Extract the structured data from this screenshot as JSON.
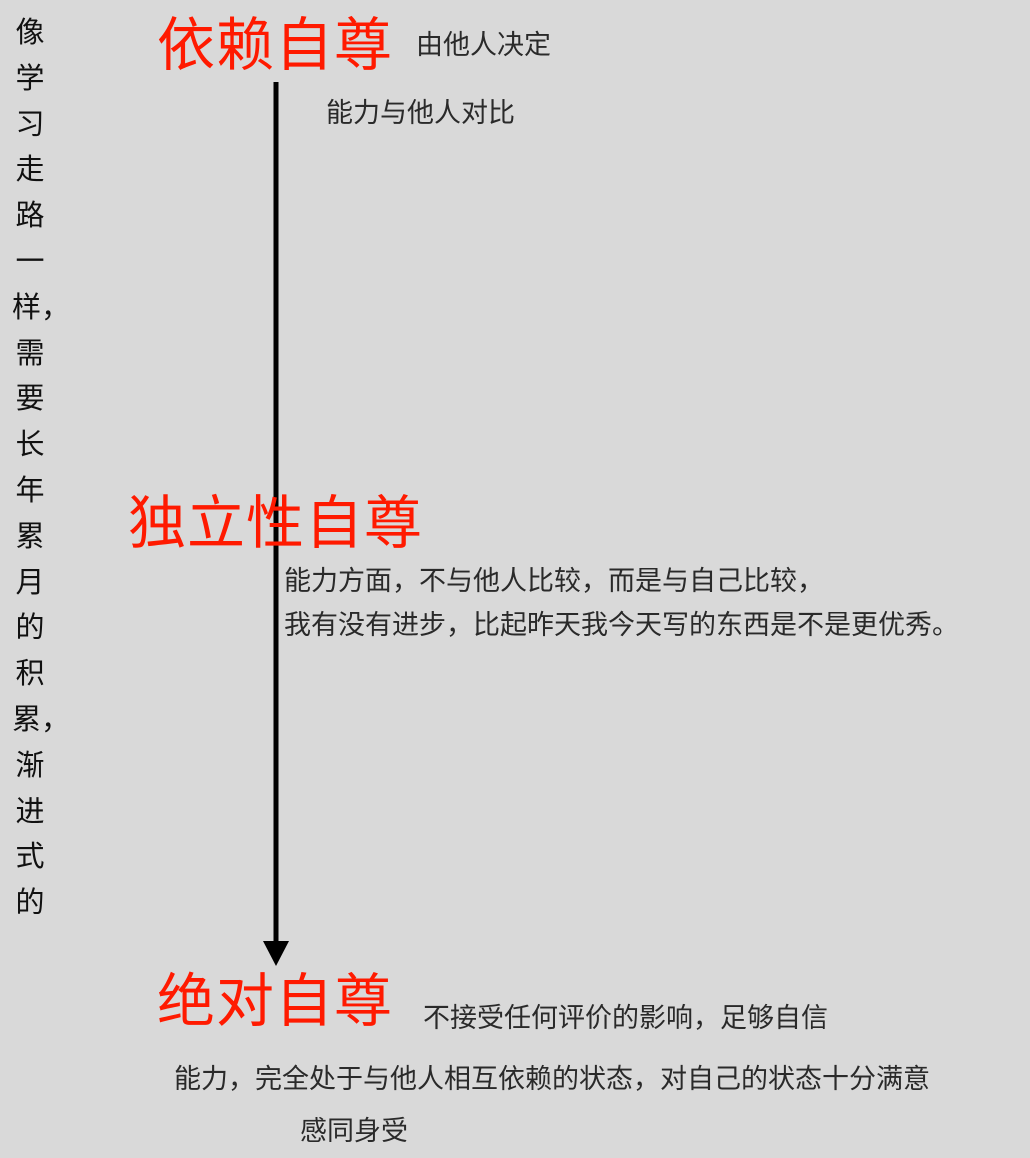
{
  "side_text": "像学习走路一样，需要长年累月的积累，渐进式的",
  "stages": [
    {
      "title": "依赖自尊",
      "note": "由他人决定",
      "detail": "能力与他人对比"
    },
    {
      "title": "独立性自尊",
      "detail_line1": "能力方面，不与他人比较，而是与自己比较，",
      "detail_line2": "我有没有进步，比起昨天我今天写的东西是不是更优秀。"
    },
    {
      "title": "绝对自尊",
      "note": "不接受任何评价的影响，足够自信",
      "detail_line1": "能力，完全处于与他人相互依赖的状态，对自己的状态十分满意",
      "detail_line2": "感同身受"
    }
  ],
  "colors": {
    "background": "#d9d9d9",
    "heading": "#ff1a00",
    "text": "#2a2a2a",
    "arrow": "#000000"
  }
}
